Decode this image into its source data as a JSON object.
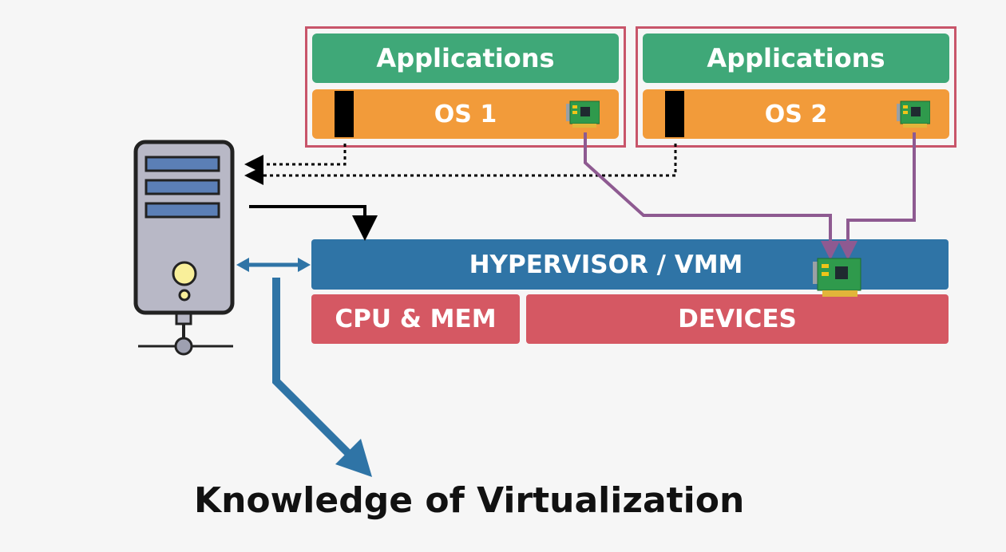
{
  "vm1": {
    "apps_label": "Applications",
    "os_label": "OS 1"
  },
  "vm2": {
    "apps_label": "Applications",
    "os_label": "OS 2"
  },
  "hypervisor": {
    "label": "HYPERVISOR / VMM"
  },
  "resources": {
    "cpu_mem": "CPU & MEM",
    "devices": "DEVICES"
  },
  "caption": "Knowledge of Virtualization",
  "colors": {
    "vm_border": "#c8556a",
    "applications": "#3fa878",
    "os": "#f29b3a",
    "hypervisor": "#2f74a6",
    "resources": "#d55863",
    "device_path": "#8e5a91",
    "host_link": "#2f74a6",
    "server_body": "#b8b8c6"
  },
  "icons": [
    "server-icon",
    "network-card-icon"
  ]
}
